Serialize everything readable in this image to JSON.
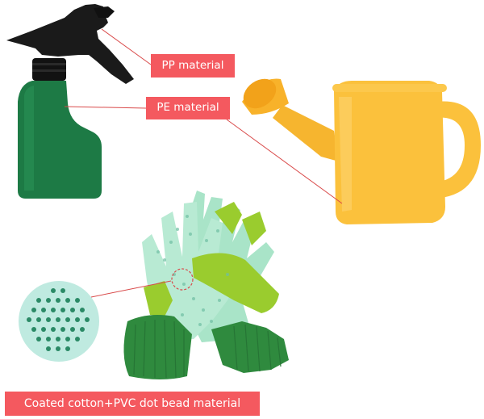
{
  "labels": {
    "pp": "PP material",
    "pe": "PE material",
    "cotton": "Coated cotton+PVC dot bead material"
  },
  "colors": {
    "label_bg": "#f4595f",
    "label_text": "#ffffff",
    "bottle_green": "#1d7a45",
    "trigger_black": "#1a1a1a",
    "can_yellow": "#fbc13c",
    "glove_mint": "#a9e4c8",
    "glove_lime": "#9acc2e",
    "cuff_green": "#2f8a3e",
    "pointer_line": "#d94a4a"
  },
  "icons": [
    "spray-bottle-icon",
    "watering-can-icon",
    "gardening-gloves-icon",
    "magnifier-circle-icon"
  ]
}
